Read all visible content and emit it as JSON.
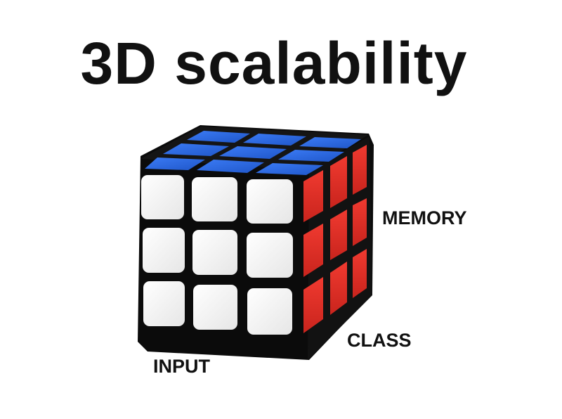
{
  "title": "3D scalability",
  "labels": {
    "memory": "MEMORY",
    "class": "CLASS",
    "input": "INPUT"
  },
  "cube": {
    "faces": {
      "top": "#2f6fe8",
      "front": "#f7f7f7",
      "side": "#e8372e",
      "body": "#0d0d0d"
    },
    "grid": 3
  }
}
